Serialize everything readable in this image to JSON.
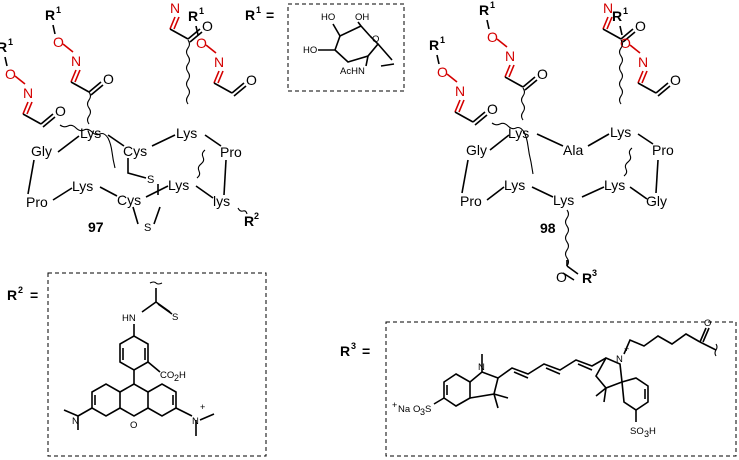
{
  "compound_97": {
    "number": "97",
    "residues": {
      "lys_top_left": "Lys",
      "cys_top": "Cys",
      "lys_top_right": "Lys",
      "gly": "Gly",
      "pro_left": "Pro",
      "lys_bottom_left": "Lys",
      "cys_bottom": "Cys",
      "lys_bottom_mid": "Lys",
      "pro_right": "Pro",
      "lys_bottom_right": "lys"
    },
    "sulfur_top": "S",
    "sulfur_bottom": "S",
    "r2_label": "R",
    "r2_sup": "2"
  },
  "compound_98": {
    "number": "98",
    "residues": {
      "lys_top_left": "Lys",
      "ala": "Ala",
      "lys_top_right": "Lys",
      "gly_left": "Gly",
      "pro_left": "Pro",
      "lys_bottom_left": "Lys",
      "lys_bottom_mid": "Lys",
      "lys_bottom_right": "Lys",
      "pro_right": "Pro",
      "gly_right": "Gly"
    },
    "r3_label": "R",
    "r3_sup": "3",
    "oxygen": "O"
  },
  "oxime": {
    "r_label": "R",
    "r_sup": "1",
    "o": "O",
    "n": "N",
    "carbonyl_o": "O"
  },
  "r1_definition": {
    "label": "R",
    "sup": "1",
    "equals": "=",
    "atoms": {
      "ho_1": "HO",
      "oh": "OH",
      "ho_2": "HO",
      "o": "O",
      "achn": "AcHN"
    }
  },
  "r2_definition": {
    "label": "R",
    "sup": "2",
    "equals": "=",
    "atoms": {
      "hn": "HN",
      "s": "S",
      "co2h": "CO",
      "co2h_sub": "2",
      "co2h_h": "H",
      "o": "O",
      "n_left": "N",
      "n_right": "N",
      "plus": "+"
    }
  },
  "r3_definition": {
    "label": "R",
    "sup": "3",
    "equals": "=",
    "atoms": {
      "n_left": "N",
      "n_right": "N",
      "plus": "+",
      "o": "O",
      "na": "Na",
      "na_plus": "+",
      "o3s": "O",
      "o3s_sub": "3",
      "o3s_s": "S",
      "so3h": "SO",
      "so3h_sub": "3",
      "so3h_h": "H"
    }
  }
}
